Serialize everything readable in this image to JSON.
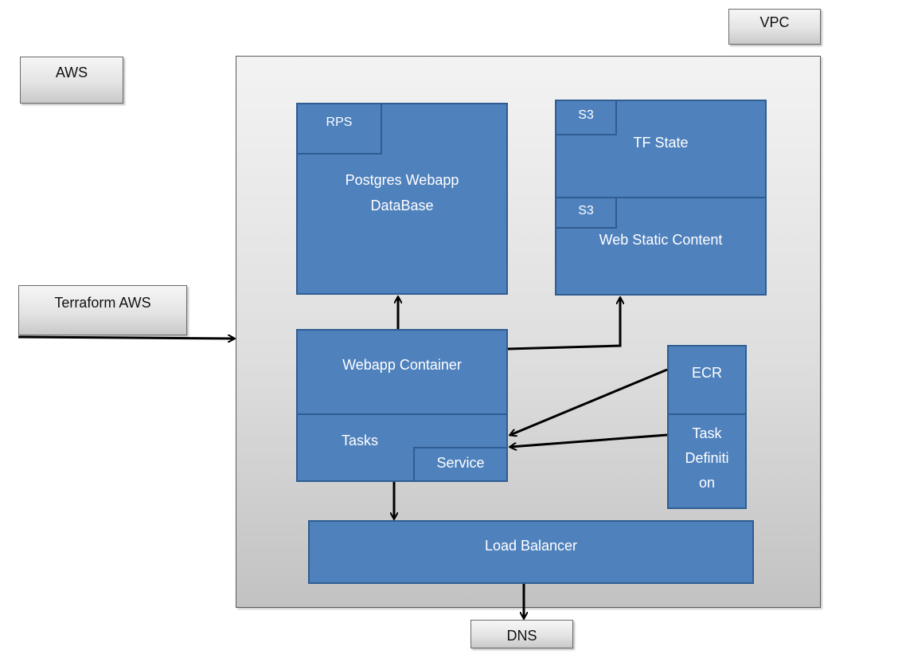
{
  "labels": {
    "aws": "AWS",
    "vpc": "VPC",
    "terraform": "Terraform AWS",
    "dns": "DNS",
    "rps": "RPS",
    "db_line1": "Postgres Webapp",
    "db_line2": "DataBase",
    "s3_tf": "S3",
    "tf_state": "TF State",
    "s3_web": "S3",
    "web_static": "Web Static Content",
    "webapp_container": "Webapp Container",
    "tasks": "Tasks",
    "service": "Service",
    "ecr": "ECR",
    "task_def_1": "Task",
    "task_def_2": "Definiti",
    "task_def_3": "on",
    "load_balancer": "Load Balancer"
  },
  "colors": {
    "box_fill": "#4f81bd",
    "box_border": "#2f5d92",
    "arrow": "#000000"
  }
}
